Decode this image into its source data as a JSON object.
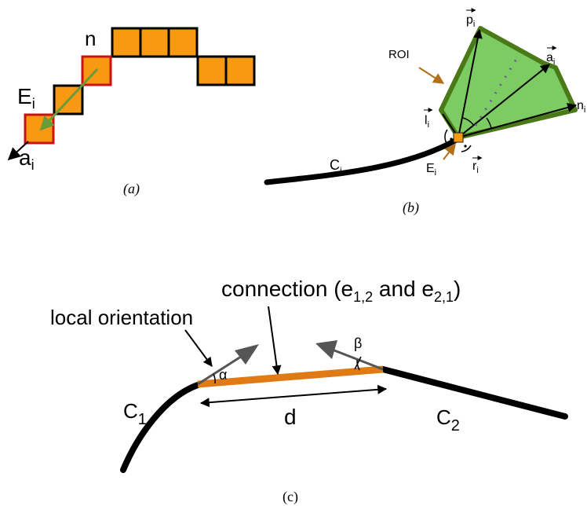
{
  "panel_a": {
    "label_n": "n",
    "label_e": "E",
    "label_e_sub": "i",
    "label_a": "a",
    "label_a_sub": "i",
    "caption": "(a)"
  },
  "panel_b": {
    "label_roi": "ROI",
    "label_p": "p",
    "label_p_sub": "i",
    "label_a": "a",
    "label_a_sub": "i",
    "label_n": "n",
    "label_n_sub": "i",
    "label_l": "l",
    "label_l_sub": "i",
    "label_r": "r",
    "label_r_sub": "i",
    "label_e": "E",
    "label_e_sub": "i",
    "label_c": "C",
    "label_c_sub": "i",
    "caption": "(b)"
  },
  "panel_c": {
    "connection_prefix": "connection (e",
    "connection_sub1": "1,2",
    "connection_mid": " and e",
    "connection_sub2": "2,1",
    "connection_suffix": ")",
    "local_orientation": "local orientation",
    "alpha": "α",
    "beta": "β",
    "label_c1": "C",
    "label_c1_sub": "1",
    "label_c2": "C",
    "label_c2_sub": "2",
    "label_d": "d",
    "caption": "(c)"
  },
  "colors": {
    "cell_fill": "#f79a12",
    "cell_highlight_border": "#cc1111",
    "roi_fill": "#7ccc63",
    "roi_border": "#4a7a18",
    "roi_arrow": "#b06f18",
    "direction_arrow": "#6a9a3a",
    "connection": "#e07a14",
    "orientation_arrow": "#555555"
  }
}
